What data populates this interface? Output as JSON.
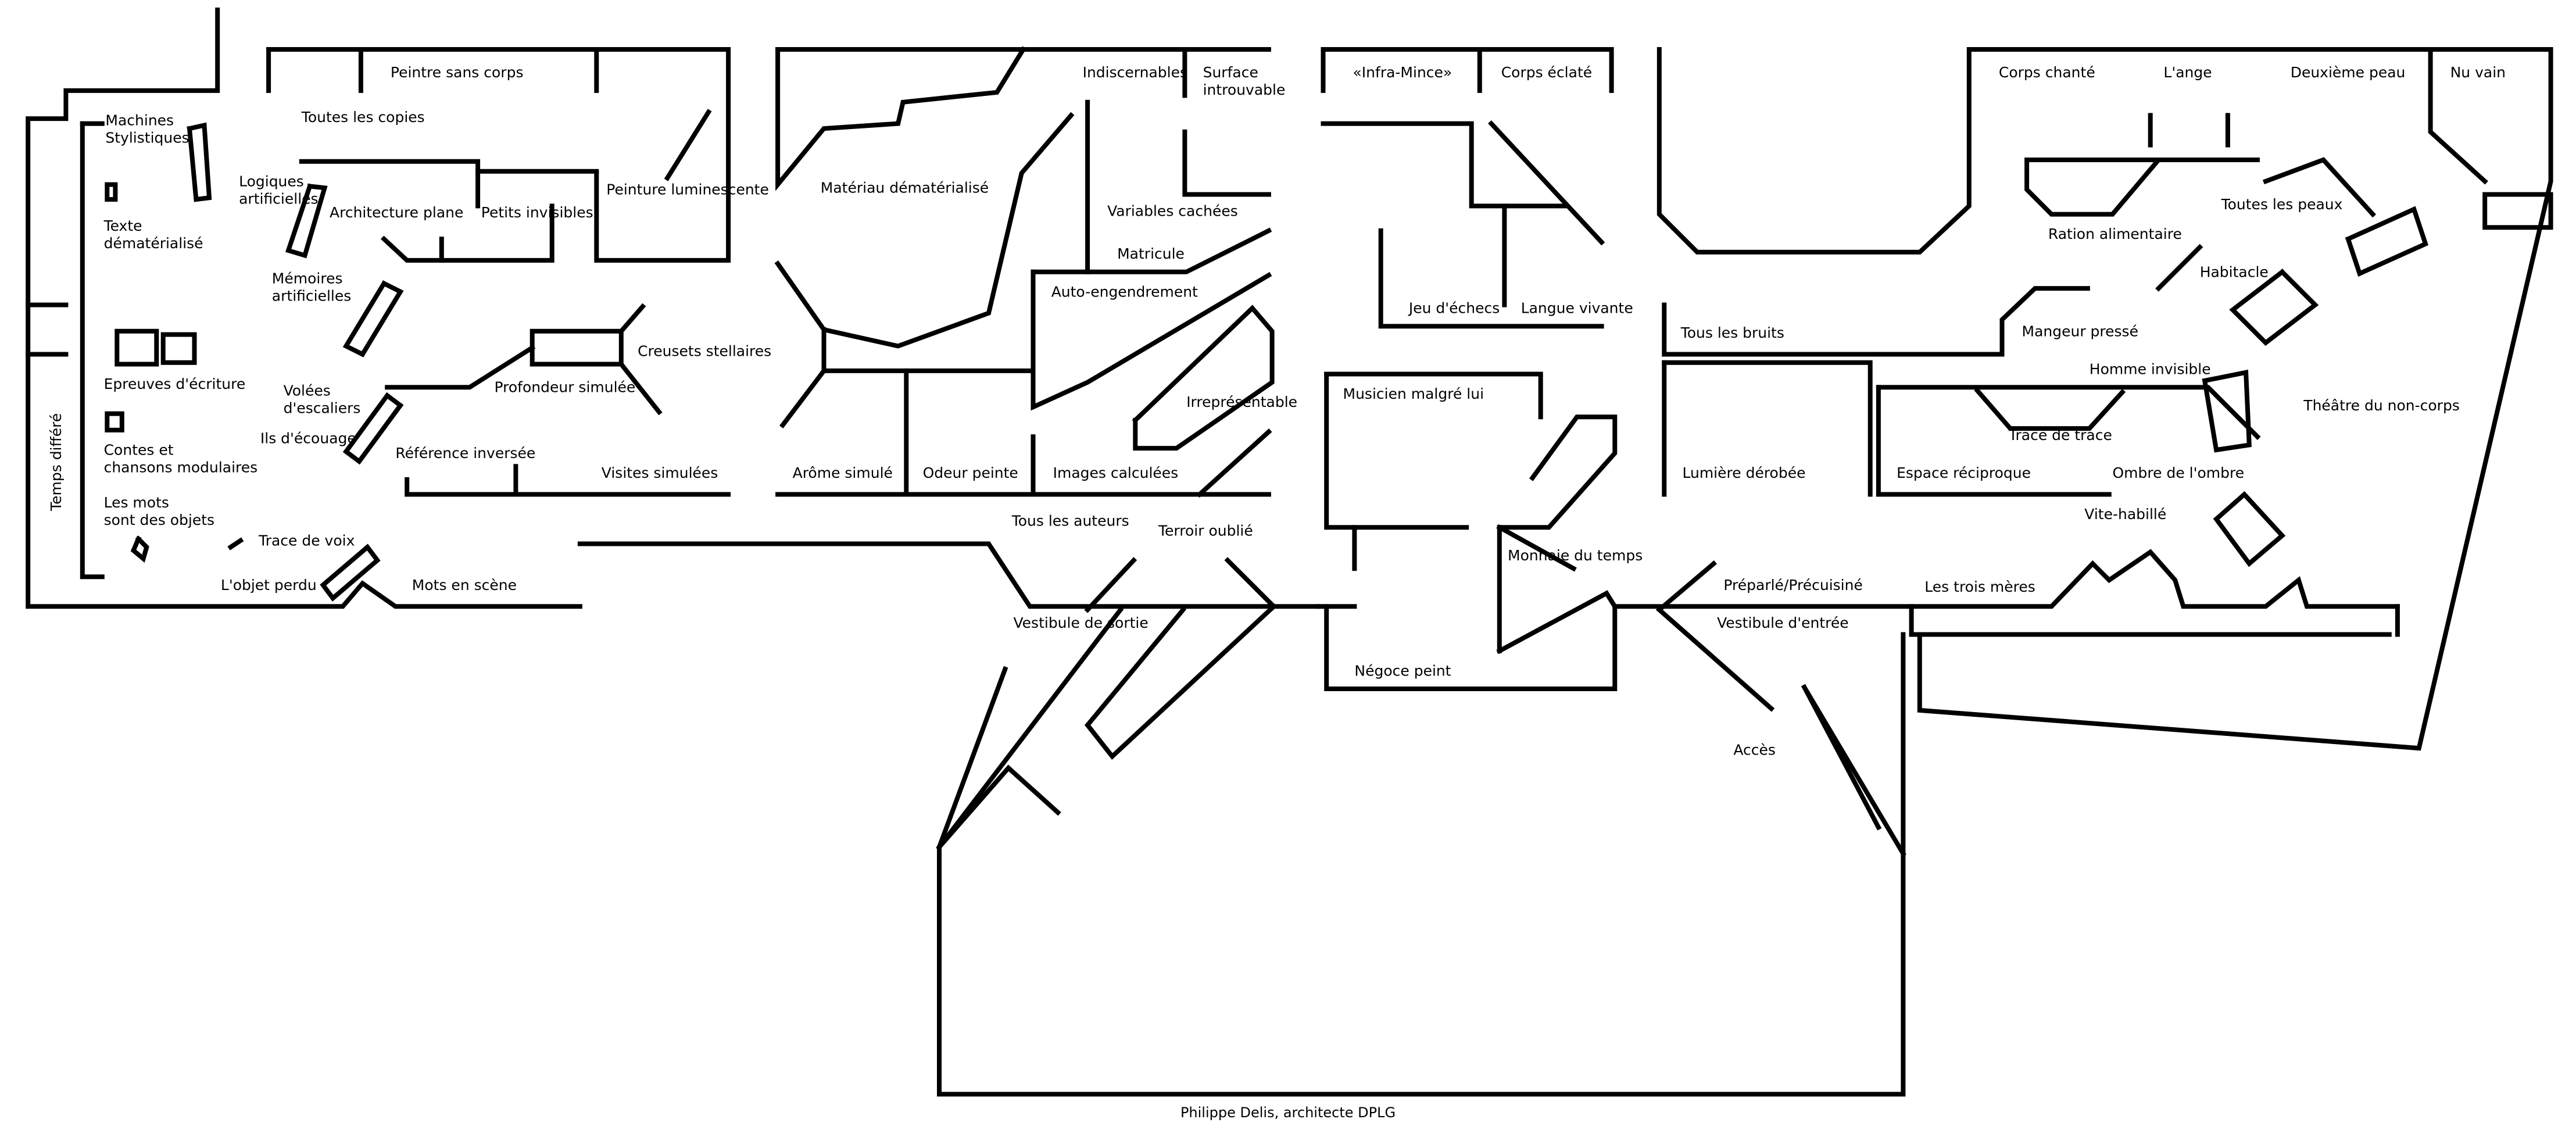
{
  "plan": {
    "wall_color": "#000000",
    "text_color": "#000000",
    "background": "#ffffff",
    "caption": "Philippe Delis, architecte DPLG",
    "labels": [
      {
        "key": "machines",
        "text": "Machines\nStylistiques"
      },
      {
        "key": "texte",
        "text": "Texte\ndématérialisé"
      },
      {
        "key": "epreuves",
        "text": "Epreuves d'écriture"
      },
      {
        "key": "contes",
        "text": "Contes et\nchansons modulaires"
      },
      {
        "key": "mots",
        "text": "Les mots\nsont des objets"
      },
      {
        "key": "temps",
        "text": "Temps différé"
      },
      {
        "key": "trace_voix",
        "text": "Trace de voix"
      },
      {
        "key": "objet_perdu",
        "text": "L'objet perdu"
      },
      {
        "key": "mots_scene",
        "text": "Mots en scène"
      },
      {
        "key": "peintre",
        "text": "Peintre sans corps"
      },
      {
        "key": "copies",
        "text": "Toutes les copies"
      },
      {
        "key": "logiques",
        "text": "Logiques\nartificielles"
      },
      {
        "key": "architecture",
        "text": "Architecture plane"
      },
      {
        "key": "petits",
        "text": "Petits invisibles"
      },
      {
        "key": "peinture",
        "text": "Peinture luminescente"
      },
      {
        "key": "memoires",
        "text": "Mémoires\nartificielles"
      },
      {
        "key": "creusets",
        "text": "Creusets stellaires"
      },
      {
        "key": "volees",
        "text": "Volées\nd'escaliers"
      },
      {
        "key": "ils",
        "text": "Ils d'écouage"
      },
      {
        "key": "profondeur",
        "text": "Profondeur simulée"
      },
      {
        "key": "reference",
        "text": "Référence inversée"
      },
      {
        "key": "visites",
        "text": "Visites simulées"
      },
      {
        "key": "materiau",
        "text": "Matériau dématérialisé"
      },
      {
        "key": "indiscernables",
        "text": "Indiscernables"
      },
      {
        "key": "surface",
        "text": "Surface\nintrouvable"
      },
      {
        "key": "variables",
        "text": "Variables cachées"
      },
      {
        "key": "matricule",
        "text": "Matricule"
      },
      {
        "key": "auto",
        "text": "Auto-engendrement"
      },
      {
        "key": "irrepresentable",
        "text": "Irreprésentable"
      },
      {
        "key": "arome",
        "text": "Arôme simulé"
      },
      {
        "key": "odeur",
        "text": "Odeur peinte"
      },
      {
        "key": "images",
        "text": "Images calculées"
      },
      {
        "key": "auteurs",
        "text": "Tous les auteurs"
      },
      {
        "key": "terroir",
        "text": "Terroir oublié"
      },
      {
        "key": "vestibule_sortie",
        "text": "Vestibule de sortie"
      },
      {
        "key": "infra",
        "text": "«Infra-Mince»"
      },
      {
        "key": "corps_eclate",
        "text": "Corps éclaté"
      },
      {
        "key": "jeu",
        "text": "Jeu d'échecs"
      },
      {
        "key": "langue",
        "text": "Langue vivante"
      },
      {
        "key": "musicien",
        "text": "Musicien malgré lui"
      },
      {
        "key": "monnaie",
        "text": "Monnaie du temps"
      },
      {
        "key": "negoce",
        "text": "Négoce peint"
      },
      {
        "key": "corps_chante",
        "text": "Corps chanté"
      },
      {
        "key": "ange",
        "text": "L'ange"
      },
      {
        "key": "deuxieme",
        "text": "Deuxième peau"
      },
      {
        "key": "nu",
        "text": "Nu vain"
      },
      {
        "key": "peaux",
        "text": "Toutes les peaux"
      },
      {
        "key": "ration",
        "text": "Ration alimentaire"
      },
      {
        "key": "habitacle",
        "text": "Habitacle"
      },
      {
        "key": "bruits",
        "text": "Tous les bruits"
      },
      {
        "key": "mangeur",
        "text": "Mangeur pressé"
      },
      {
        "key": "homme",
        "text": "Homme invisible"
      },
      {
        "key": "theatre",
        "text": "Théâtre du non-corps"
      },
      {
        "key": "trace_trace",
        "text": "Trace de trace"
      },
      {
        "key": "lumiere",
        "text": "Lumière dérobée"
      },
      {
        "key": "espace",
        "text": "Espace réciproque"
      },
      {
        "key": "ombre",
        "text": "Ombre de l'ombre"
      },
      {
        "key": "vite",
        "text": "Vite-habillé"
      },
      {
        "key": "preparle",
        "text": "Préparlé/Précuisiné"
      },
      {
        "key": "meres",
        "text": "Les trois mères"
      },
      {
        "key": "vestibule_entree",
        "text": "Vestibule d'entrée"
      },
      {
        "key": "acces",
        "text": "Accès"
      }
    ]
  }
}
